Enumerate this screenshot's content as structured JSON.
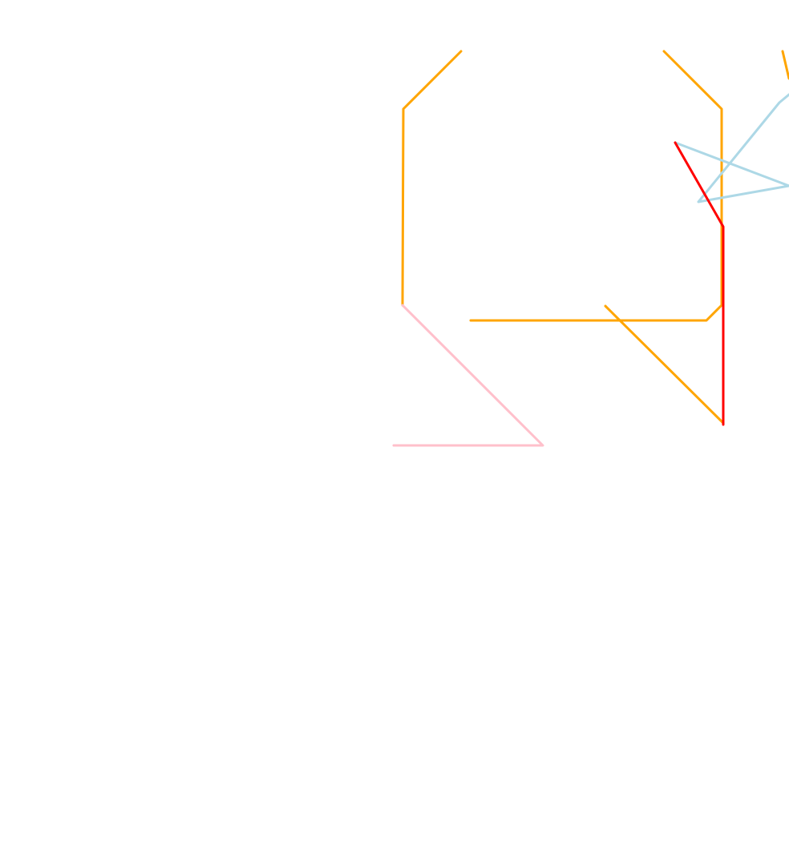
{
  "canvas": {
    "background": "#ffffff"
  },
  "strokes": [
    {
      "id": "octagon-outline",
      "color": "#ffa500"
    },
    {
      "id": "top-right-fragment",
      "color": "#ffa500"
    },
    {
      "id": "bottom-right-diagonal",
      "color": "#ffa500"
    },
    {
      "id": "blue-zigzag",
      "color": "#add8e6"
    },
    {
      "id": "red-stroke",
      "color": "#ff0000"
    },
    {
      "id": "pink-stroke",
      "color": "#ffc0cb"
    }
  ]
}
